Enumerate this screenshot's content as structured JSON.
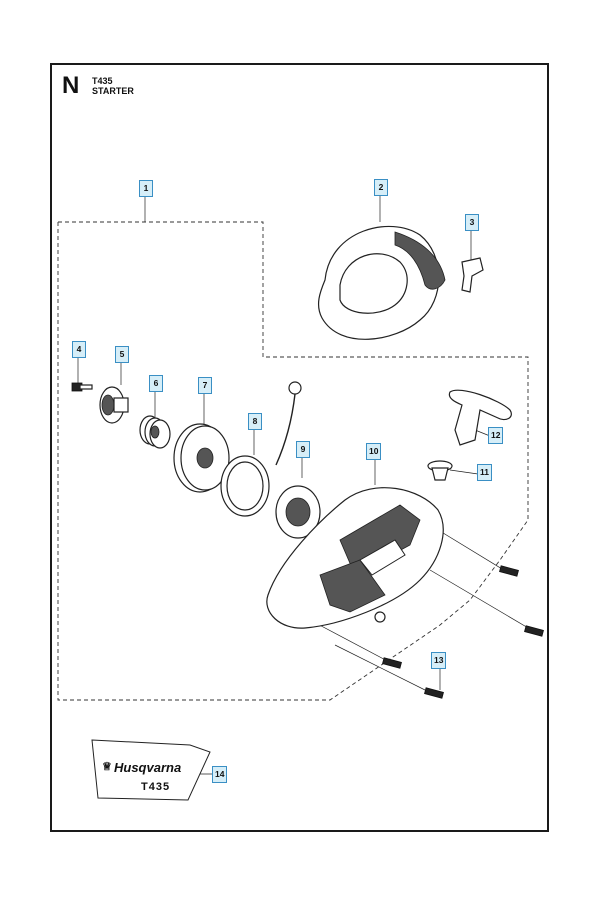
{
  "section_letter": "N",
  "model": "T435",
  "section_title": "STARTER",
  "callouts": {
    "c1": "1",
    "c2": "2",
    "c3": "3",
    "c4": "4",
    "c5": "5",
    "c6": "6",
    "c7": "7",
    "c8": "8",
    "c9": "9",
    "c10": "10",
    "c11": "11",
    "c12": "12",
    "c13": "13",
    "c14": "14"
  },
  "decal": {
    "brand": "Husqvarna",
    "model": "T435"
  }
}
